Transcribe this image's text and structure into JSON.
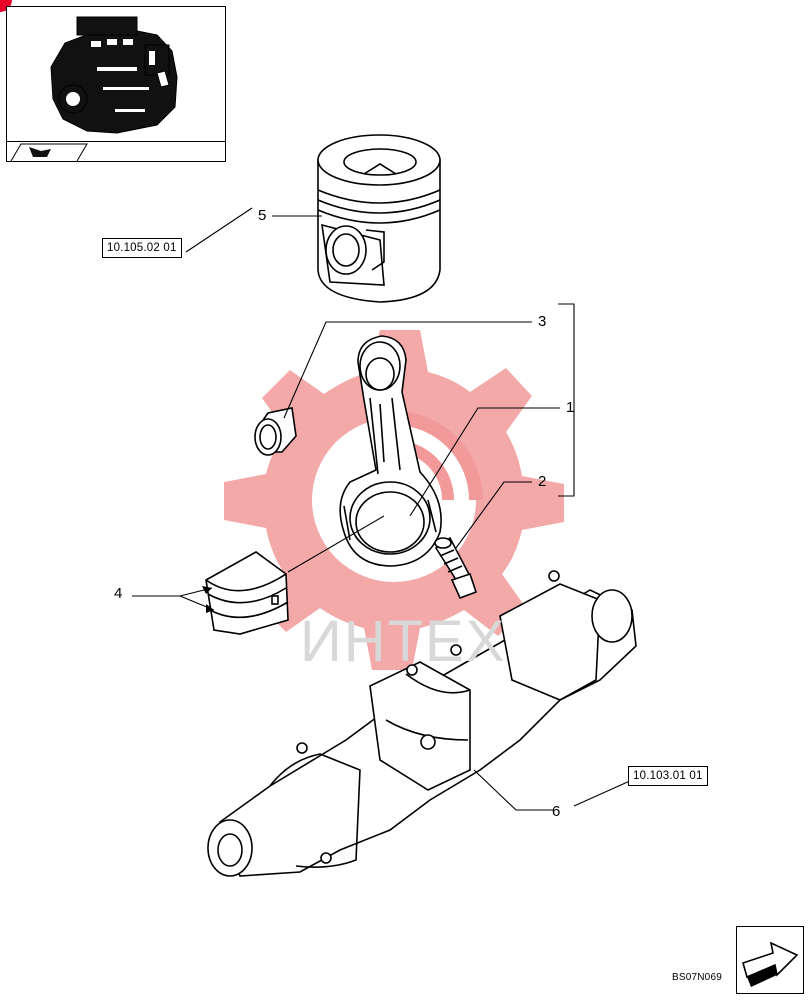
{
  "diagram": {
    "drawing_code": "BS07N069",
    "watermark_text": "ИНТЕХ",
    "colors": {
      "line": "#000000",
      "watermark": "#f29a9a",
      "corner_mark": "#e8002a"
    }
  },
  "parts": [
    {
      "label": "1",
      "part": "connecting-rod"
    },
    {
      "label": "2",
      "part": "connecting-rod-bolt"
    },
    {
      "label": "3",
      "part": "small-end-bushing"
    },
    {
      "label": "4",
      "part": "big-end-bearing-shells"
    },
    {
      "label": "5",
      "part": "piston"
    },
    {
      "label": "6",
      "part": "crankshaft"
    }
  ],
  "references": [
    {
      "text": "10.105.02 01",
      "part": "piston"
    },
    {
      "text": "10.103.01 01",
      "part": "crankshaft"
    }
  ],
  "icons": {
    "thumbnail": "engine-assembly-icon",
    "thumbnail_nav": "return-arrow-icon",
    "bottom_nav": "next-page-arrow-icon"
  }
}
